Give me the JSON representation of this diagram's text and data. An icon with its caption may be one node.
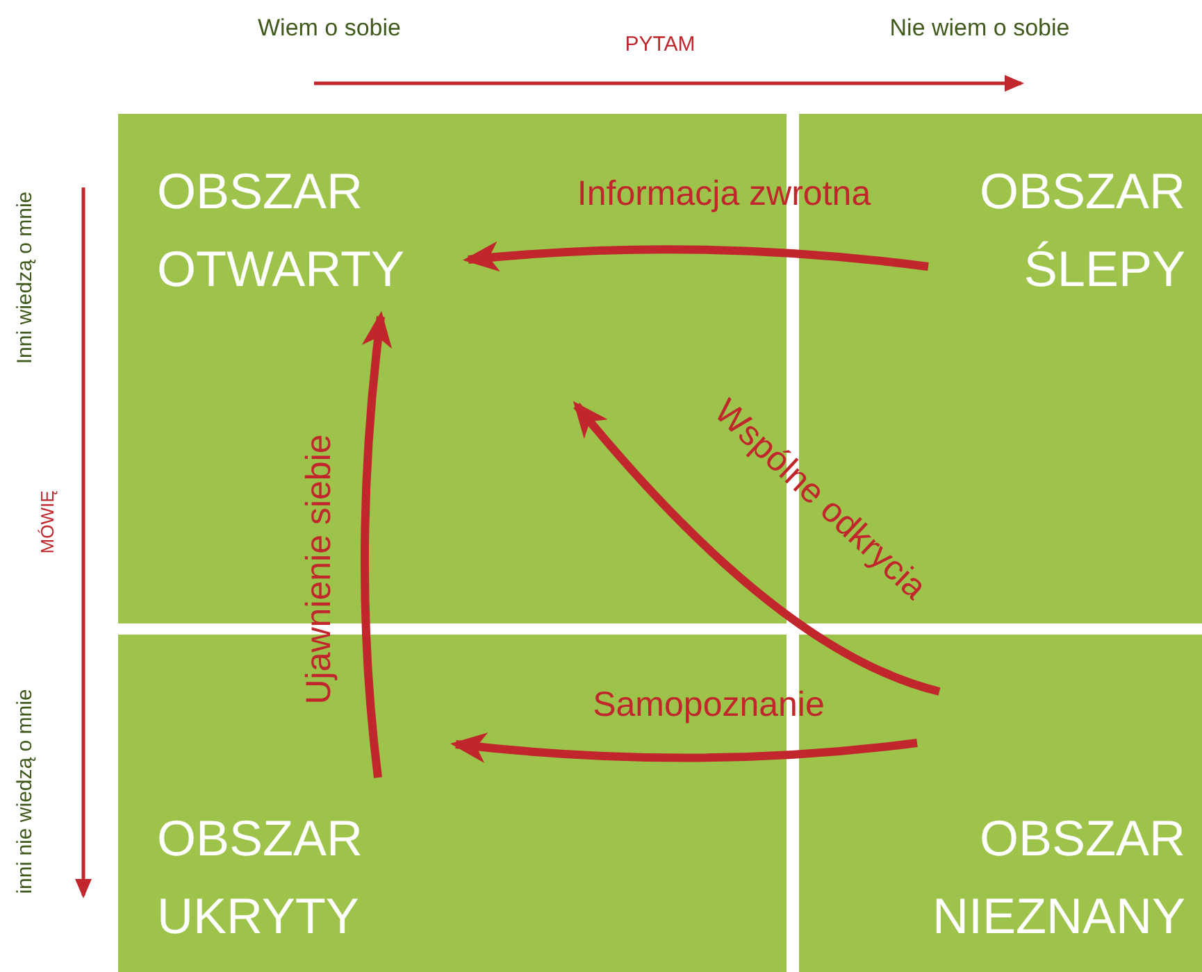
{
  "diagram": {
    "nodes": [
      {
        "text": [
          "OBSZAR OTWARTY"
        ]
      },
      {
        "text": [
          "OBSZAR ŚLEPY"
        ]
      },
      {
        "text": [
          "OBSZAR UKRYTY"
        ]
      },
      {
        "text": [
          "OBSZAR NIEZNANY"
        ]
      }
    ],
    "edges": [
      {
        "from": 1,
        "to": 0,
        "arrow": "to",
        "label": "Informacja zwrotna"
      },
      {
        "from": 3,
        "to": 0,
        "arrow": "to",
        "label": "Wspólne odkrycia"
      },
      {
        "from": 2,
        "to": 0,
        "arrow": "to",
        "label": "Ujawnienie siebie"
      },
      {
        "from": 3,
        "to": 2,
        "arrow": "to",
        "label": "Samopoznanie"
      }
    ],
    "labels": [
      "Wiem o sobie",
      "PYTAM",
      "Nie wiem o sobie",
      "Inni wiedzą o mnie",
      "MÓWIĘ",
      "inni nie wiedzą o mnie"
    ]
  }
}
